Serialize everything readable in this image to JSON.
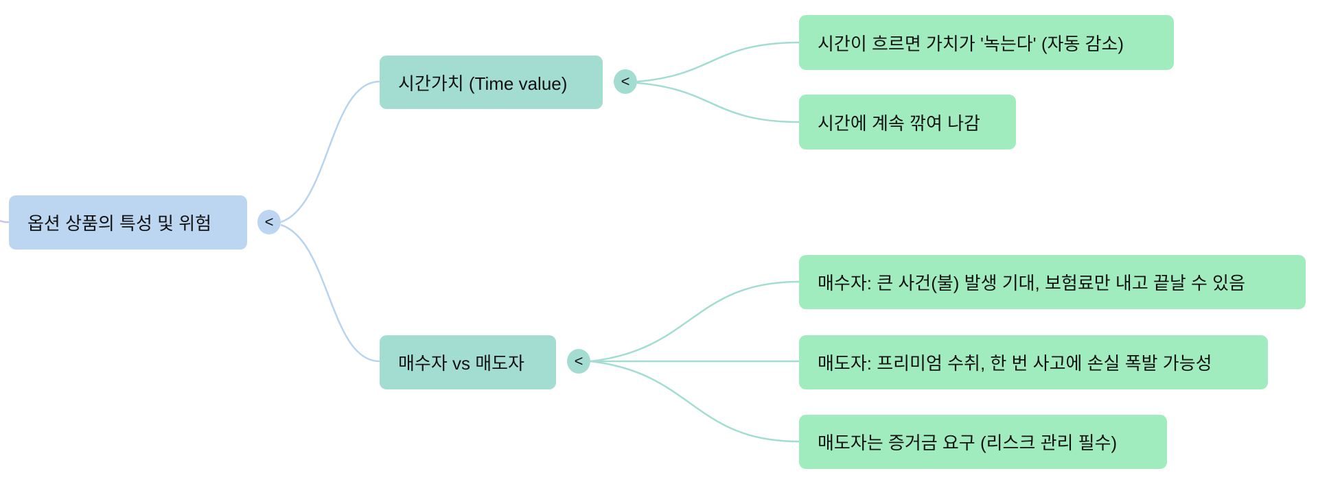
{
  "mindmap": {
    "root": {
      "label": "옵션 상품의 특성 및 위험",
      "toggle": "<"
    },
    "branches": [
      {
        "label": "시간가치 (Time value)",
        "toggle": "<",
        "children": [
          {
            "label": "시간이 흐르면 가치가 '녹는다' (자동 감소)"
          },
          {
            "label": "시간에 계속 깎여 나감"
          }
        ]
      },
      {
        "label": "매수자 vs 매도자",
        "toggle": "<",
        "children": [
          {
            "label": "매수자: 큰 사건(불) 발생 기대, 보험료만 내고 끝날 수 있음"
          },
          {
            "label": "매도자: 프리미엄 수취, 한 번 사고에 손실 폭발 가능성"
          },
          {
            "label": "매도자는 증거금 요구 (리스크 관리 필수)"
          }
        ]
      }
    ]
  },
  "colors": {
    "root": "#bcd5f0",
    "branch": "#a3ddd2",
    "leaf": "#a0ecbf",
    "root_link": "#b8d3ef",
    "branch_link": "#a3ddd2"
  }
}
